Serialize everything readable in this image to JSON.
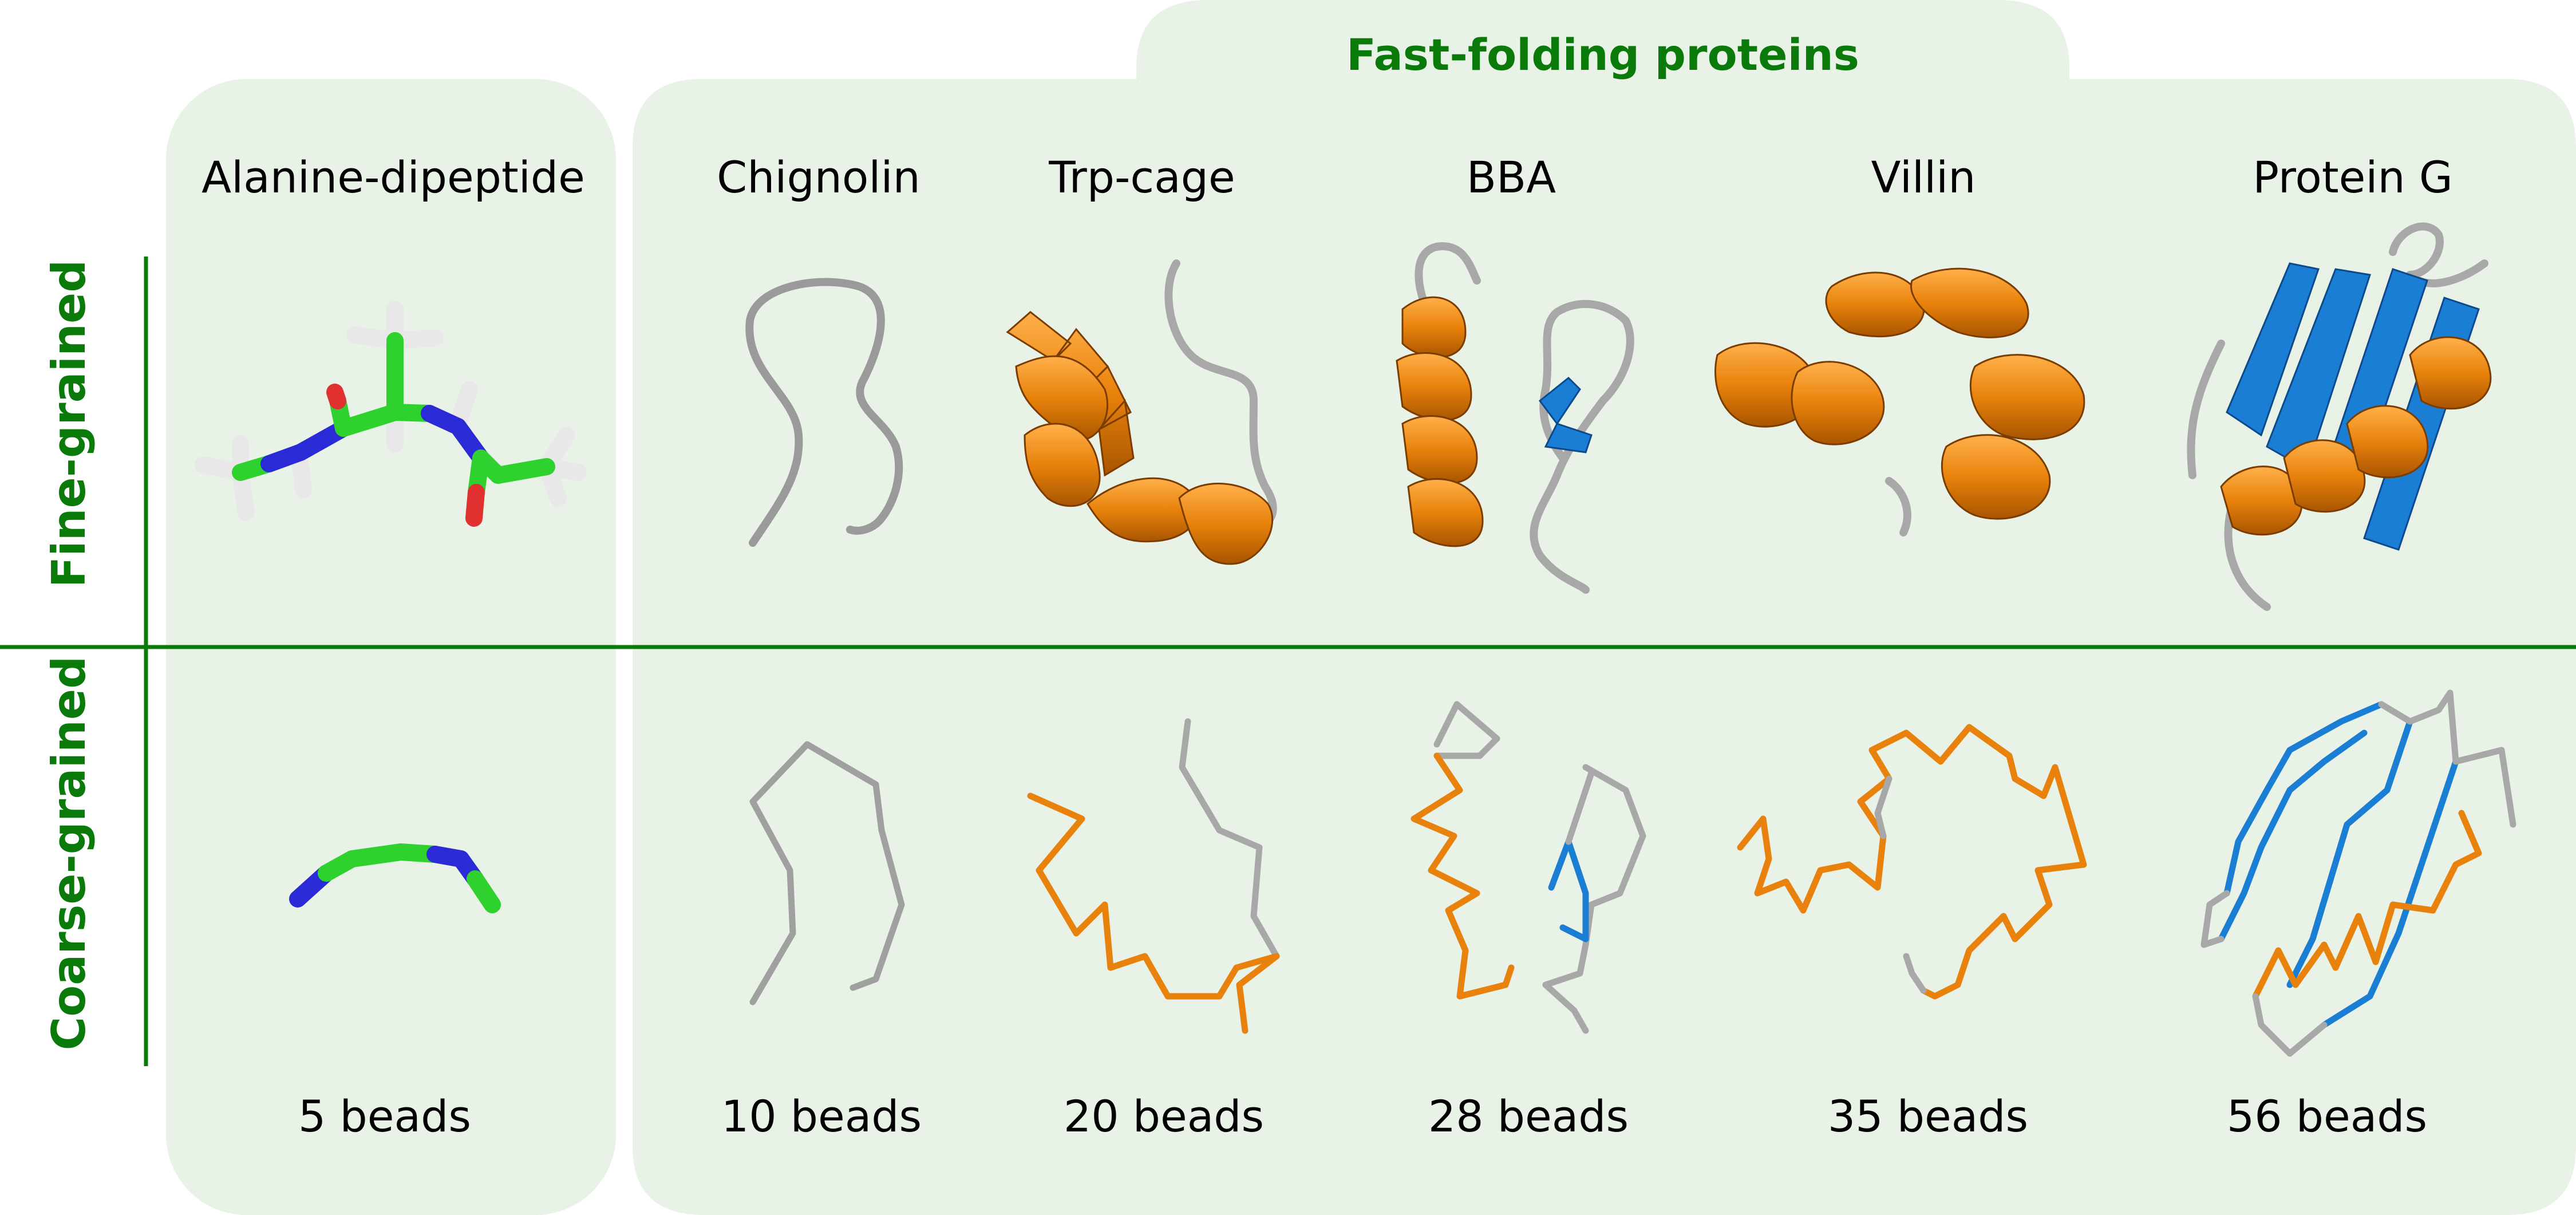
{
  "group_title": "Fast-folding proteins",
  "row_labels": {
    "fine": "Fine-grained",
    "coarse": "Coarse-grained"
  },
  "molecules": [
    {
      "name": "Alanine-dipeptide",
      "beads": "5 beads"
    },
    {
      "name": "Chignolin",
      "beads": "10 beads"
    },
    {
      "name": "Trp-cage",
      "beads": "20 beads"
    },
    {
      "name": "BBA",
      "beads": "28 beads"
    },
    {
      "name": "Villin",
      "beads": "35 beads"
    },
    {
      "name": "Protein G",
      "beads": "56 beads"
    }
  ],
  "colors": {
    "panel": "#e9f2e7",
    "accent_green": "#0a7a0a",
    "helix_orange": "#e8820c",
    "sheet_blue": "#1a7fd4",
    "coil_gray": "#a8a8a8",
    "carbon_green": "#2ed12e",
    "nitrogen_blue": "#2a2ad6",
    "oxygen_red": "#e03030",
    "hydrogen_white": "#e8e8e8"
  }
}
